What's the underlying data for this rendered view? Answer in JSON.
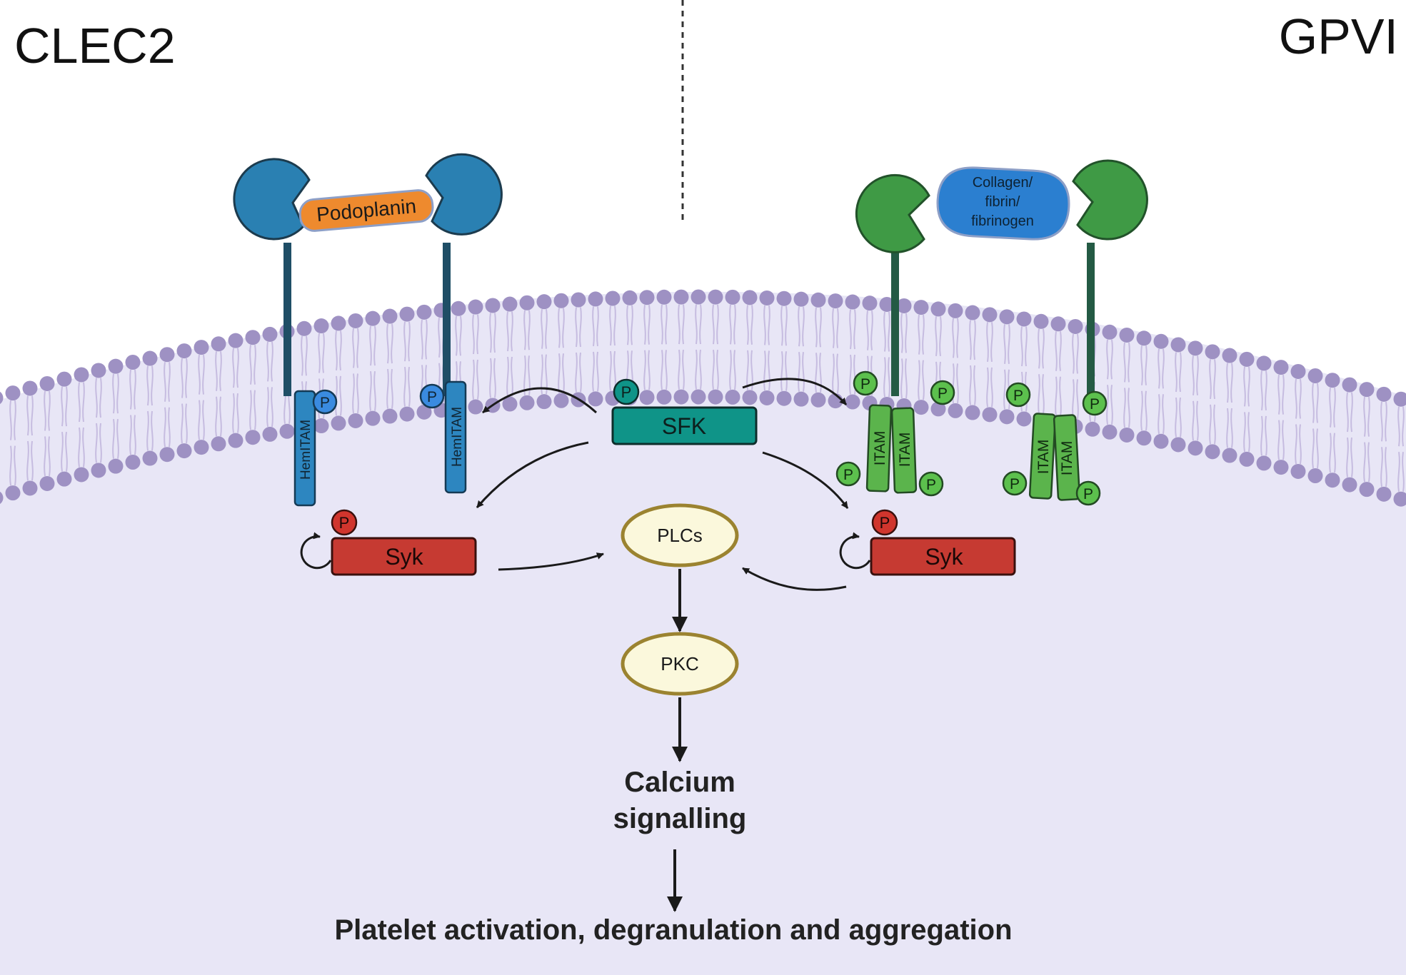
{
  "headers": {
    "left": "CLEC2",
    "right": "GPVI"
  },
  "ligands": {
    "podoplanin": "Podoplanin",
    "collagen_lines": [
      "Collagen/",
      "fibrin/",
      "fibrinogen"
    ]
  },
  "motifs": {
    "hemitam": "HemITAM",
    "itam": "ITAM"
  },
  "phospho_label": "P",
  "kinases": {
    "sfk": "SFK",
    "syk": "Syk"
  },
  "nodes": {
    "plcs": "PLCs",
    "pkc": "PKC"
  },
  "outputs": {
    "calcium_lines": [
      "Calcium",
      "signalling"
    ],
    "final": "Platelet activation, degranulation and aggregation"
  },
  "colors": {
    "cytoplasm": "#e8e6f6",
    "lipid_head": "#9e91c3",
    "lipid_tail": "#c6bce0",
    "clec2_receptor": "#2a80b2",
    "clec2_stalk": "#1f4e66",
    "hemitam": "#2d86c0",
    "blue_phospho": "#3a8be0",
    "gpvi_receptor": "#3f9a45",
    "gpvi_stalk": "#245a44",
    "itam": "#5bb44c",
    "green_phospho": "#5cc04d",
    "podoplanin": "#ee8a2e",
    "collagen": "#2b7fd0",
    "sfk": "#0f9488",
    "syk": "#c63a32",
    "red_phospho": "#d0352d",
    "node_fill": "#fbf8dc",
    "node_stroke": "#9b8330",
    "arrow": "#1a1a1a"
  }
}
